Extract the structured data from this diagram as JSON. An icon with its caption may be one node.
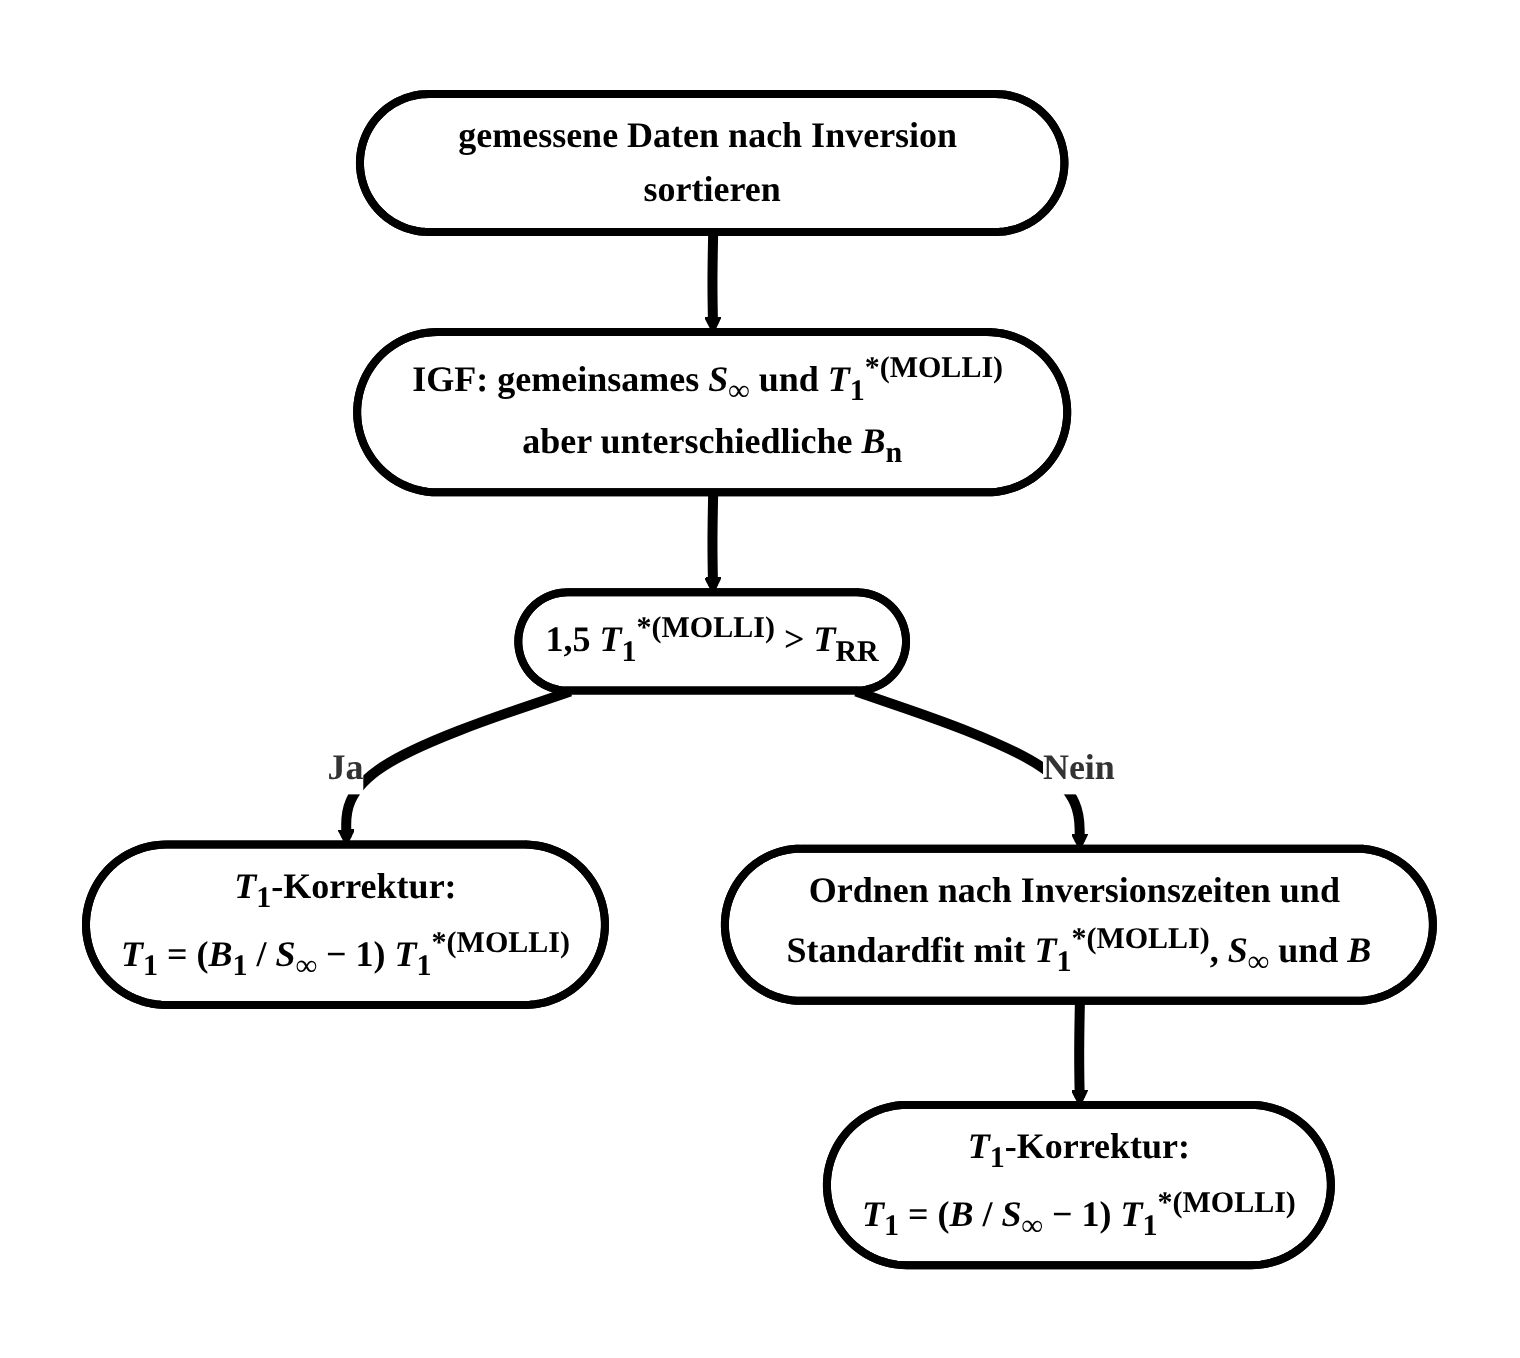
{
  "diagram": {
    "nodes": [
      {
        "text": [
          "gemessene Daten nach Inversion sortieren"
        ]
      },
      {
        "text": [
          "IGF: gemeinsames *S*$_{∞}$ und *T*$_{1}$$^{*(MOLLI)}$ aber unterschiedliche *B*$_{n}$"
        ]
      },
      {
        "text": [
          "1,5 *T*$_{1}$$^{*(MOLLI)}$ > *T*$_{RR}$"
        ]
      },
      {
        "text": [
          "*T*$_{1}$-Korrektur:",
          "*T*$_{1}$ = (*B*$_{1}$ / *S*$_{∞}$ − 1) *T*$_{1}$$^{*(MOLLI)}$"
        ]
      },
      {
        "text": [
          "Ordnen nach Inversionszeiten und Standardfit mit *T*$_{1}$$^{*(MOLLI)}$, *S*$_{∞}$ und *B*"
        ]
      },
      {
        "text": [
          "*T*$_{1}$-Korrektur:",
          "*T*$_{1}$ = (*B* / *S*$_{∞}$ − 1) *T*$_{1}$$^{*(MOLLI)}$"
        ]
      }
    ],
    "edges": [
      {
        "from": 0,
        "to": 1,
        "arrow": "to"
      },
      {
        "from": 1,
        "to": 2,
        "arrow": "to"
      },
      {
        "from": 2,
        "to": 3,
        "arrow": "to",
        "label": "Ja"
      },
      {
        "from": 2,
        "to": 4,
        "arrow": "to",
        "label": "Nein"
      },
      {
        "from": 4,
        "to": 5,
        "arrow": "to"
      }
    ]
  }
}
